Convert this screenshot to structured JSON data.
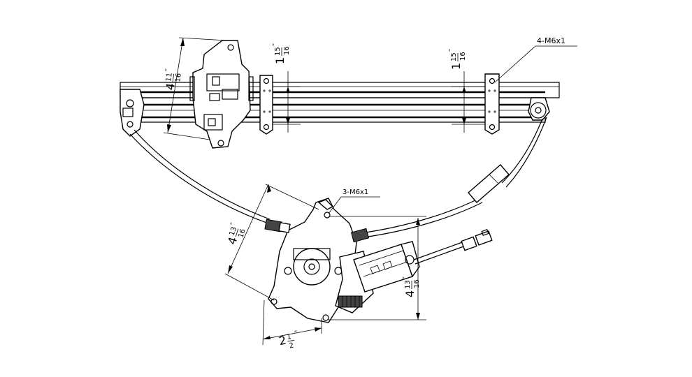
{
  "callouts": {
    "rail_screws": "4-M6x1",
    "regulator_screws": "3-M6x1"
  },
  "dimensions": {
    "rail_height": {
      "whole": "4",
      "num": "11",
      "den": "16",
      "inch": "″"
    },
    "slot_left": {
      "whole": "1",
      "num": "15",
      "den": "16",
      "inch": "″"
    },
    "slot_right": {
      "whole": "1",
      "num": "15",
      "den": "16",
      "inch": "″"
    },
    "motor_left": {
      "whole": "4",
      "num": "13",
      "den": "16",
      "inch": "″"
    },
    "motor_right": {
      "whole": "4",
      "num": "13",
      "den": "16",
      "inch": "″"
    },
    "motor_width": {
      "whole": "2",
      "num": "1",
      "den": "2",
      "inch": "″"
    }
  }
}
